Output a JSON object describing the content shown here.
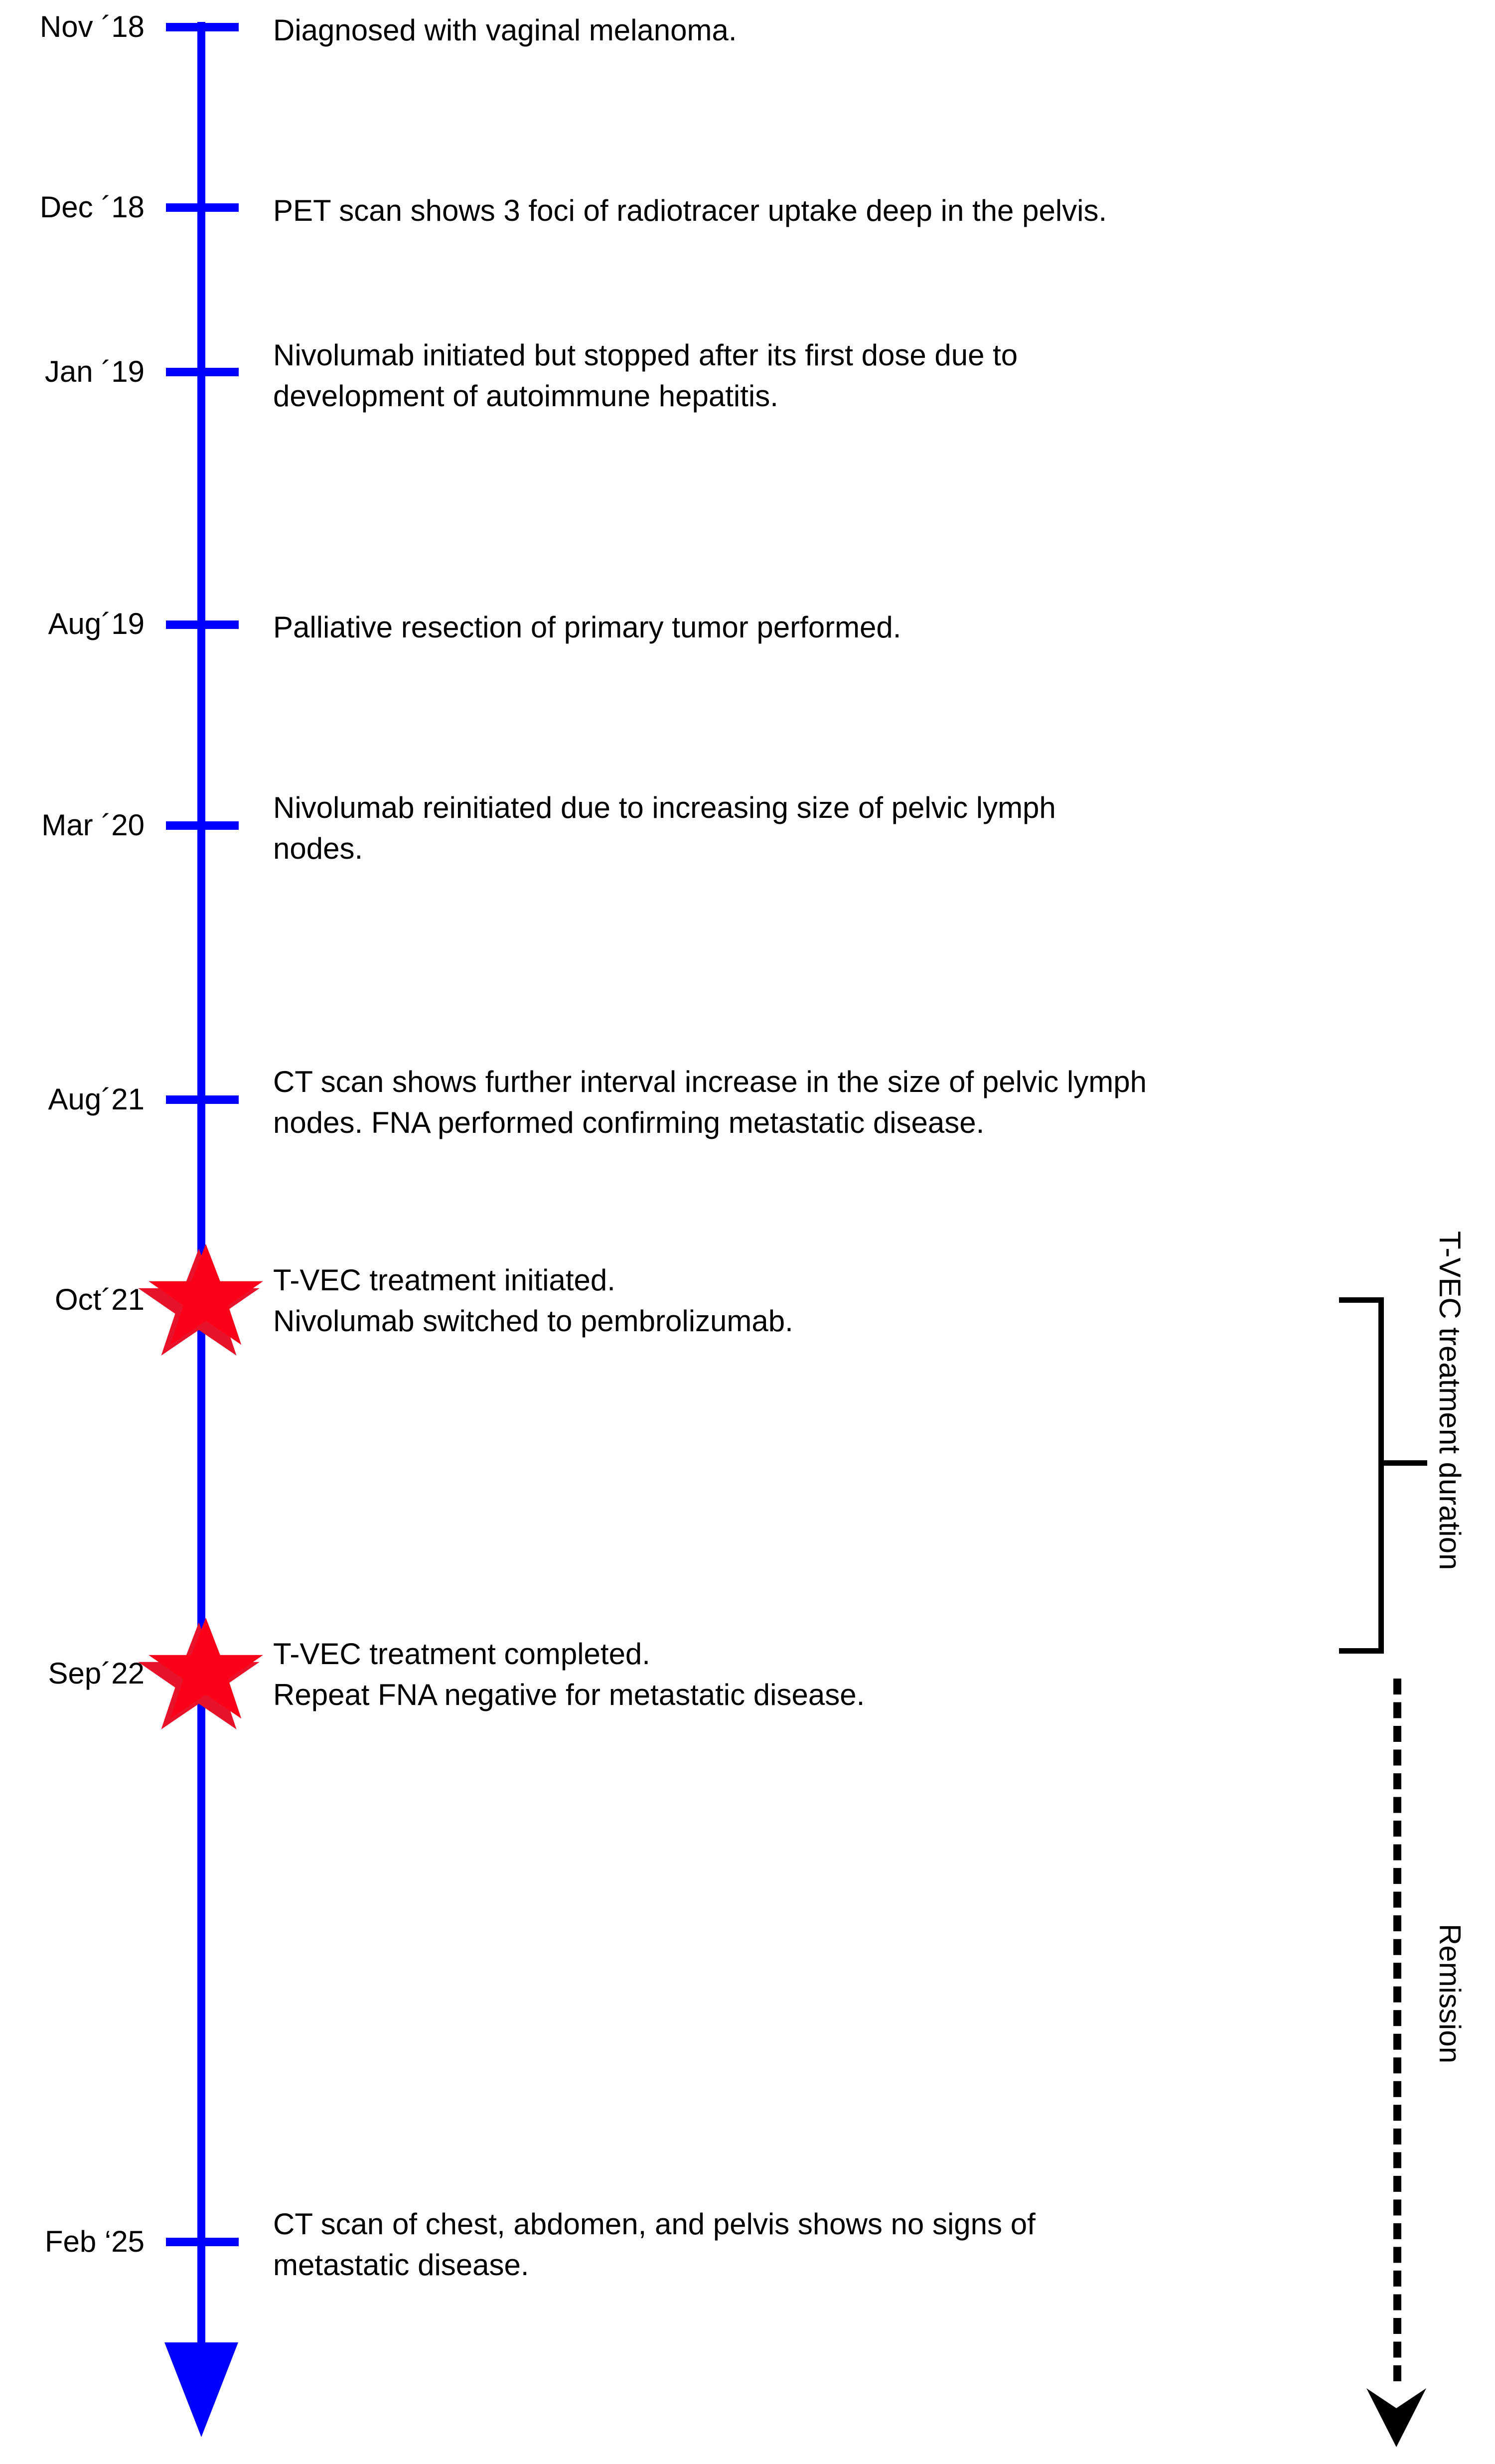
{
  "timeline": {
    "axis_color": "#0000FF",
    "star_color": "#FB0018",
    "star_shadow_color": "#E8122A",
    "annotation_color": "#000000",
    "events": [
      {
        "date": "Nov ´18",
        "text": "Diagnosed with vaginal melanoma.",
        "marker": "tick"
      },
      {
        "date": "Dec ´18",
        "text": "PET scan shows 3 foci of radiotracer uptake deep in the pelvis.",
        "marker": "tick"
      },
      {
        "date": "Jan ´19",
        "text": " Nivolumab initiated but stopped after its first dose due to\ndevelopment of autoimmune hepatitis.",
        "marker": "tick"
      },
      {
        "date": "Aug´19",
        "text": "Palliative resection of primary tumor performed.",
        "marker": "tick"
      },
      {
        "date": "Mar ´20",
        "text": "Nivolumab reinitiated due to increasing size of pelvic lymph\nnodes.",
        "marker": "tick"
      },
      {
        "date": "Aug´21",
        "text": "CT scan shows further interval increase in the size of pelvic lymph\nnodes. FNA performed confirming metastatic disease.",
        "marker": "tick"
      },
      {
        "date": "Oct´21",
        "text": "T-VEC treatment initiated.\nNivolumab switched to pembrolizumab.",
        "marker": "star"
      },
      {
        "date": "Sep´22",
        "text": "T-VEC treatment completed.\nRepeat FNA negative for metastatic disease.",
        "marker": "star"
      },
      {
        "date": "Feb ‘25",
        "text": "CT scan of chest, abdomen, and pelvis shows no signs of\nmetastatic disease.",
        "marker": "tick"
      }
    ]
  },
  "annotations": {
    "treatment_duration_label": "T-VEC treatment duration",
    "remission_label": "Remission"
  }
}
